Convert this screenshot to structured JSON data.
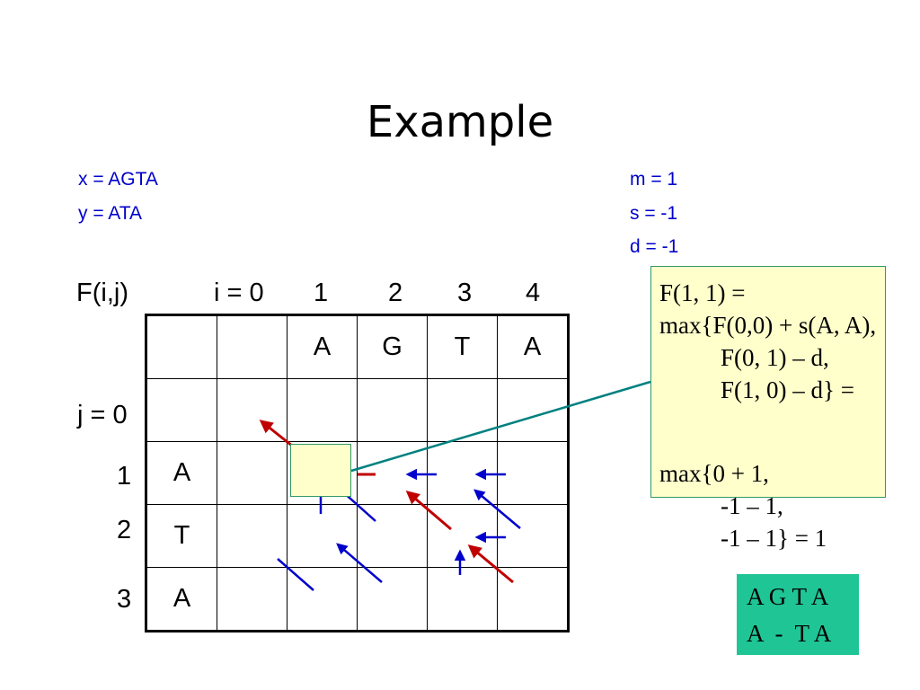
{
  "title": "Example",
  "sequences": {
    "x": "x = AGTA",
    "y": "y = ATA"
  },
  "scoring": {
    "m": "m =  1",
    "s": "s  = -1",
    "d": "d  = -1"
  },
  "matrix": {
    "label": "F(i,j)",
    "i_labels": [
      "i = 0",
      "1",
      "2",
      "3",
      "4"
    ],
    "j_labels": [
      "j = 0",
      "1",
      "2",
      "3"
    ],
    "col_letters": [
      "A",
      "G",
      "T",
      "A"
    ],
    "row_letters": [
      "A",
      "T",
      "A"
    ]
  },
  "callout": {
    "lines": [
      "F(1, 1) =",
      "max{F(0,0) + s(A, A),",
      "F(0, 1) – d,",
      "F(1, 0) – d} =",
      "max{0 + 1,",
      "-1 – 1,",
      "-1 – 1} = 1"
    ]
  },
  "alignment": {
    "line1": "A G T A",
    "line2": "A  -  T A"
  },
  "colors": {
    "red_arrow": "#c00000",
    "blue_arrow": "#0000cc",
    "connector": "#008080",
    "callout_fill": "#ffffcc",
    "alignment_fill": "#1fc595",
    "blue_text": "#0000cc"
  }
}
